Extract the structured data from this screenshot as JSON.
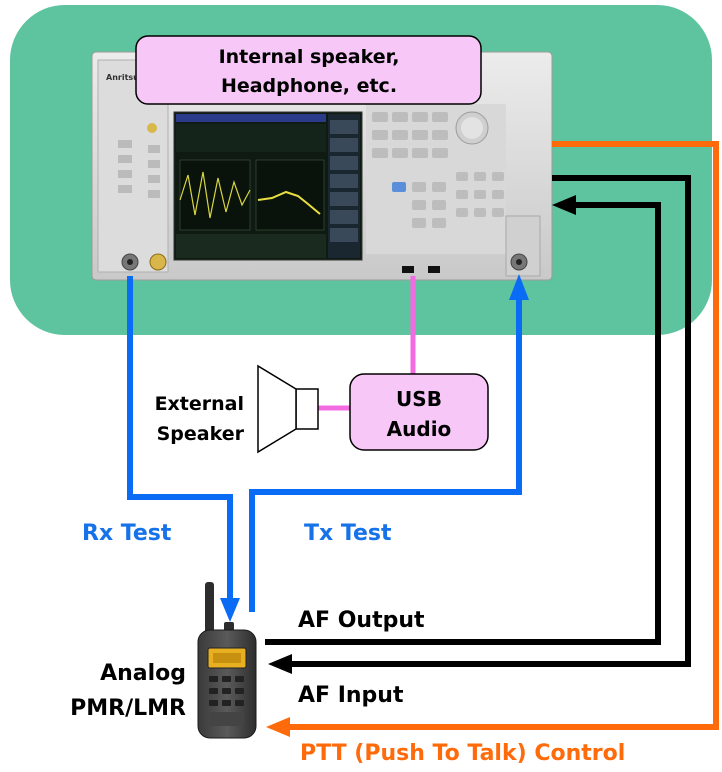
{
  "callouts": {
    "internal_line1": "Internal speaker,",
    "internal_line2": "Headphone, etc.",
    "usb_line1": "USB",
    "usb_line2": "Audio"
  },
  "labels": {
    "external_line1": "External",
    "external_line2": "Speaker",
    "rx_test": "Rx Test",
    "tx_test": "Tx Test",
    "af_output": "AF Output",
    "af_input": "AF Input",
    "ptt": "PTT (Push To Talk) Control",
    "radio_line1": "Analog",
    "radio_line2": "PMR/LMR"
  },
  "colors": {
    "instrument_zone": "#5ec4a0",
    "callout_fill": "#f7c8f7",
    "rx_tx_path": "#0a6cf5",
    "af_path": "#000000",
    "ptt_path": "#ff6a0a",
    "usb_link": "#f26be0",
    "blue_text": "#1672e8",
    "orange_text": "#ff6a0a"
  },
  "icons": {
    "instrument": "signal-analyzer-icon",
    "speaker": "speaker-icon",
    "radio": "handheld-radio-icon"
  }
}
